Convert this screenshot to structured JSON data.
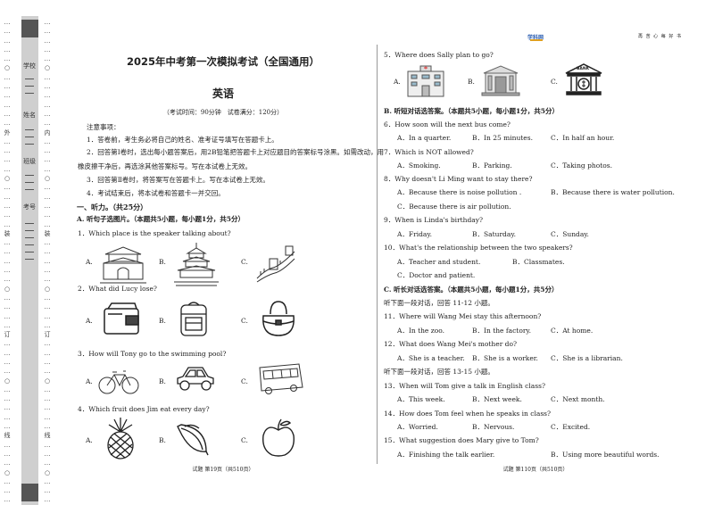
{
  "header": {
    "logo": "学科网",
    "motto": "再 苦 心 每 好 书"
  },
  "margin": {
    "fields": [
      "学校",
      "姓名",
      "班级",
      "考号"
    ],
    "seal_outer": [
      "外",
      "装",
      "订",
      "线"
    ],
    "seal_inner": [
      "内",
      "装",
      "订",
      "线"
    ]
  },
  "left": {
    "title": "2025年中考第一次模拟考试（全国通用）",
    "subject": "英语",
    "exam_info": "（考试时间：90分钟　试卷满分：120分）",
    "notes_title": "注意事项：",
    "notes": [
      "1．答卷前，考生务必将自己的姓名、准考证号填写在答题卡上。",
      "2．回答第Ⅰ卷时，选出每小题答案后，用2B铅笔把答题卡上对应题目的答案标号涂黑。如需改动，用",
      "橡皮擦干净后，再选涂其他答案标号。写在本试卷上无效。",
      "3．回答第Ⅱ卷时，将答案写在答题卡上。写在本试卷上无效。",
      "4．考试结束后，将本试卷和答题卡一并交回。"
    ],
    "part1": "一、听力。（共25分）",
    "secA": "A. 听句子选图片。（本题共5小题，每小题1分，共5分）",
    "questions": [
      {
        "q": "1．Which place is the speaker talking about?",
        "opts": [
          "A.",
          "B.",
          "C."
        ],
        "icons": [
          "tiananmen-icon",
          "temple-of-heaven-icon",
          "great-wall-icon"
        ]
      },
      {
        "q": "2．What did Lucy lose?",
        "opts": [
          "A.",
          "B.",
          "C."
        ],
        "icons": [
          "wallet-icon",
          "backpack-icon",
          "handbag-icon"
        ]
      },
      {
        "q": "3．How will Tony go to the swimming pool?",
        "opts": [
          "A.",
          "B.",
          "C."
        ],
        "icons": [
          "bicycle-icon",
          "car-icon",
          "bus-icon"
        ]
      },
      {
        "q": "4．Which fruit does Jim eat every day?",
        "opts": [
          "A.",
          "B.",
          "C."
        ],
        "icons": [
          "pineapple-icon",
          "banana-icon",
          "apple-icon"
        ]
      }
    ],
    "footer": "试题 第19页（共510页）"
  },
  "right": {
    "q5": {
      "q": "5．Where does Sally plan to go?",
      "opts": [
        "A.",
        "B.",
        "C."
      ],
      "icons": [
        "hospital-icon",
        "museum-icon",
        "bank-icon"
      ],
      "bank_sign": "BANK"
    },
    "secB": "B. 听短对话选答案。（本题共5小题，每小题1分，共5分）",
    "b_items": [
      {
        "q": "6．How soon will the next bus come?",
        "opts": [
          "A．In a quarter.",
          "B．In 25 minutes.",
          "C．In half an hour."
        ]
      },
      {
        "q": "7．Which is NOT allowed?",
        "opts": [
          "A．Smoking.",
          "B．Parking.",
          "C．Taking photos."
        ]
      },
      {
        "q": "8．Why doesn't Li Ming want to stay there?",
        "opts": [
          "A．Because there is noise pollution .",
          "B．Because there is water pollution.",
          "C．Because there is air pollution."
        ]
      },
      {
        "q": "9．When is Linda's birthday?",
        "opts": [
          "A．Friday.",
          "B．Saturday.",
          "C．Sunday."
        ]
      },
      {
        "q": "10．What's the relationship between the two speakers?",
        "opts": [
          "A．Teacher and student.",
          "B．Classmates.",
          "C．Doctor and patient."
        ]
      }
    ],
    "secC": "C. 听长对话选答案。（本题共5小题，每小题1分，共5分）",
    "c_intro1": "听下面一段对话，回答 11-12 小题。",
    "c_items1": [
      {
        "q": "11．Where will Wang Mei stay this afternoon?",
        "opts": [
          "A．In the zoo.",
          "B．In the factory.",
          "C．At home."
        ]
      },
      {
        "q": "12．What does Wang Mei's mother do?",
        "opts": [
          "A．She is a teacher.",
          "B．She is a worker.",
          "C．She is a librarian."
        ]
      }
    ],
    "c_intro2": "听下面一段对话，回答 13-15 小题。",
    "c_items2": [
      {
        "q": "13．When will Tom give a talk in English class?",
        "opts": [
          "A．This week.",
          "B．Next week.",
          "C．Next month."
        ]
      },
      {
        "q": "14．How does Tom feel when he speaks in class?",
        "opts": [
          "A．Worried.",
          "B．Nervous.",
          "C．Excited."
        ]
      },
      {
        "q": "15．What suggestion does Mary give to Tom?",
        "opts": [
          "A．Finishing the talk earlier.",
          "B．Using more beautiful words."
        ]
      }
    ],
    "footer": "试题 第110页（共510页）"
  }
}
